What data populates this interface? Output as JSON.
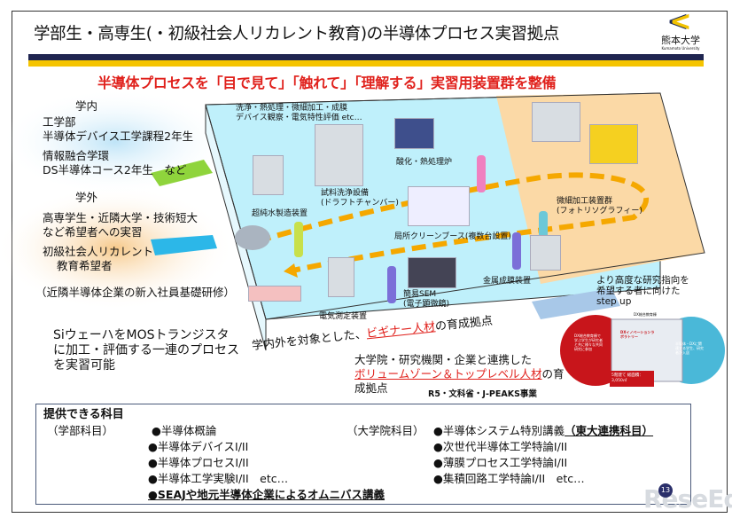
{
  "header": {
    "title": "学部生・高専生(・初級社会人リカレント教育)の半導体プロセス実習拠点",
    "logo_name": "熊本大学",
    "logo_en": "Kumamoto University",
    "subtitle": "半導体プロセスを「目で見て」「触れて」「理解する」実習用装置群を整備",
    "colors": {
      "navy": "#1f2550",
      "yellow": "#f5c400",
      "red": "#e0211c"
    }
  },
  "left": {
    "inside_label": "学内",
    "inside": [
      "工学部",
      "半導体デバイス工学課程2年生",
      "情報融合学環",
      "DS半導体コース2年生　など"
    ],
    "outside_label": "学外",
    "outside": [
      "高専学生・近隣大学・技術短大",
      "など希望者への実習",
      "初級社会人リカレント",
      "教育希望者"
    ],
    "company": "（近隣半導体企業の新入社員基礎研修）",
    "summary": [
      "SiウェーハをMOSトランジスタ",
      "に加工・評価する一連のプロセス",
      "を実習可能"
    ]
  },
  "room": {
    "processes": [
      "洗浄・熱処理・微細加工・成膜",
      "デバイス観察・電気特性評価 etc…"
    ],
    "equipment": {
      "water": "超純水製造装置",
      "draft": [
        "試料洗浄設備",
        "(ドラフトチャンバー)"
      ],
      "furnace": "酸化・熱処理炉",
      "booth": "局所クリーンブース(複数台設置)",
      "litho": [
        "微細加工装置群",
        "(フォトリソグラフィー)"
      ],
      "metal": "金属成膜装置",
      "sem": [
        "簡易SEM",
        "(電子顕微鏡)"
      ],
      "probe": "電気測定装置"
    }
  },
  "beginner": {
    "prefix": "学内外を対象とした、",
    "highlight": "ビギナー人材",
    "suffix": "の育成拠点"
  },
  "advanced": {
    "line1": "大学院・研究機関・企業と連携した",
    "highlight": "ボリュームゾーン＆トップレベル人材",
    "suffix": "の育",
    "line3": "成拠点",
    "program": "R5・文科省・J-PEAKS事業",
    "stepup": [
      "より高度な研究指向を",
      "希望する者に向けた",
      "step up"
    ],
    "building": {
      "top": "DX総合教育棟",
      "lab": "DXイノベーションラボラトリー",
      "left": "DX総合教育棟で学ぶ学生が研究者と共に様々な共同研究に参加",
      "right": "半導体・DXに関連する学生、研究者が入居",
      "size": "5階建て 総面積：3,050㎡"
    }
  },
  "courses": {
    "title": "提供できる科目",
    "undergrad_label": "（学部科目）",
    "undergrad": [
      "●半導体概論",
      "●半導体デバイスI/II",
      "●半導体プロセスI/II",
      "●半導体工学実験I/II　etc…",
      "●SEAJや地元半導体企業によるオムニバス講義"
    ],
    "grad_label": "（大学院科目）",
    "grad": [
      "●半導体システム特別講義",
      "●次世代半導体工学特論I/II",
      "●薄膜プロセス工学特論I/II",
      "●集積回路工学特論I/II　etc…"
    ],
    "grad_highlight": "（東大連携科目）"
  },
  "page_number": "13",
  "watermark": "ReseEd"
}
